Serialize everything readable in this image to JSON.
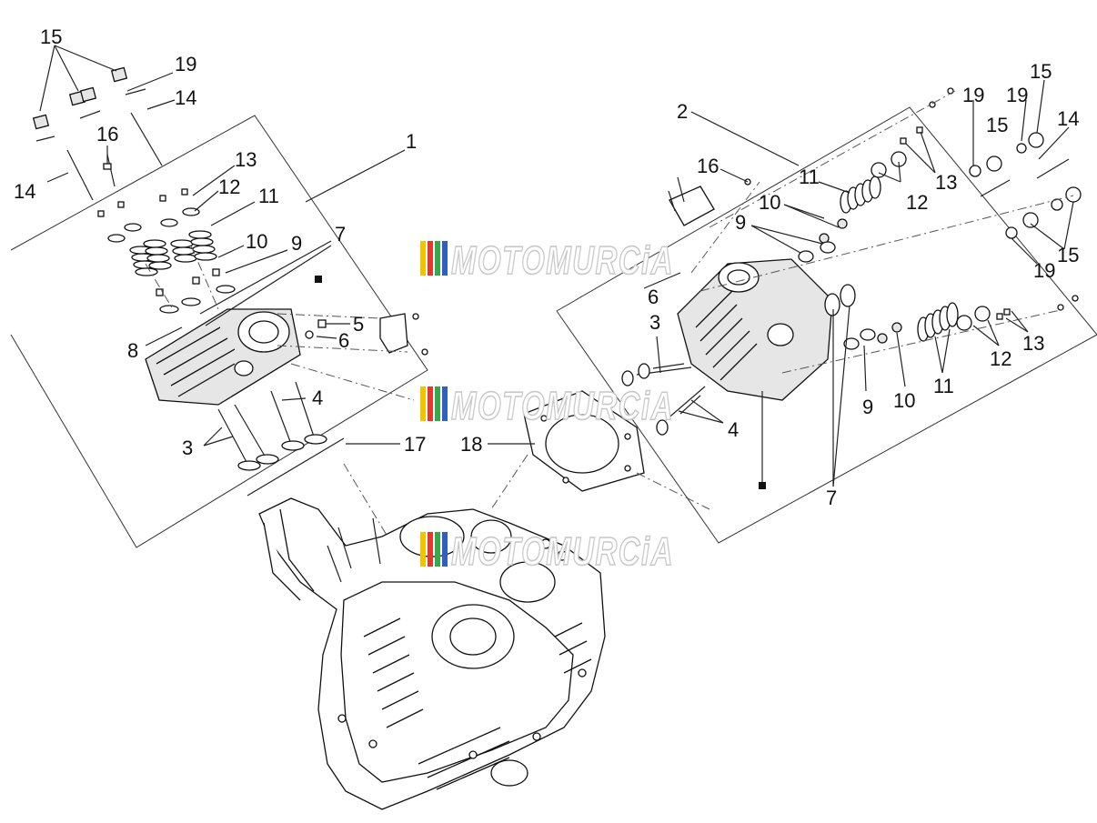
{
  "watermark": {
    "text": "MOTOMURCiA",
    "stripe_colors": [
      "#f2c300",
      "#e03a2f",
      "#3aa84a",
      "#2f5fbf"
    ]
  },
  "callouts": {
    "left": {
      "n1": "1",
      "n3": "3",
      "n4": "4",
      "n5": "5",
      "n6": "6",
      "n7": "7",
      "n8": "8",
      "n9": "9",
      "n10": "10",
      "n11": "11",
      "n12": "12",
      "n13": "13",
      "n14a": "14",
      "n14b": "14",
      "n15": "15",
      "n16": "16",
      "n17": "17",
      "n19": "19"
    },
    "center": {
      "n18": "18"
    },
    "right": {
      "n2": "2",
      "n3": "3",
      "n4": "4",
      "n6": "6",
      "n7": "7",
      "n9a": "9",
      "n9b": "9",
      "n10a": "10",
      "n10b": "10",
      "n11a": "11",
      "n11b": "11",
      "n12a": "12",
      "n12b": "12",
      "n13a": "13",
      "n13b": "13",
      "n14": "14",
      "n15a": "15",
      "n15b": "15",
      "n15c": "15",
      "n16": "16",
      "n19a": "19",
      "n19b": "19",
      "n19c": "19"
    }
  }
}
